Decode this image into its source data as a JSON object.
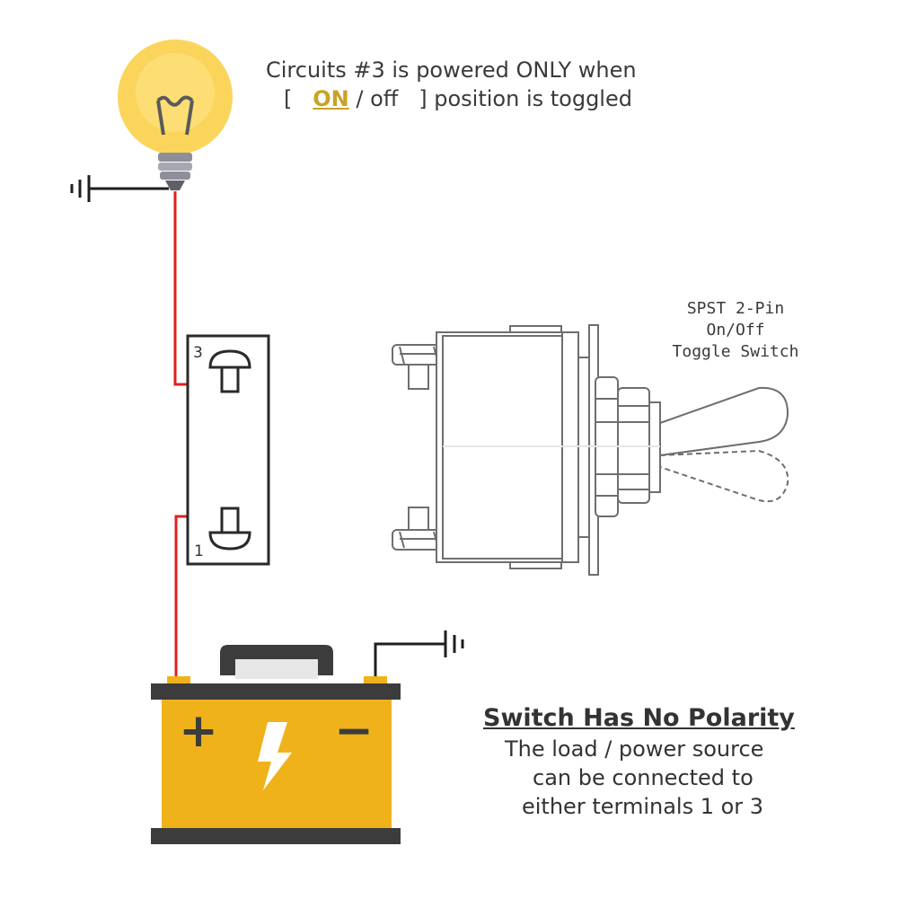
{
  "header": {
    "line1": "Circuits #3 is powered ONLY when",
    "bracket_open": "[",
    "on_label": "ON",
    "separator": "/ off",
    "bracket_close": "]",
    "line2_tail": "position is toggled"
  },
  "toggle_label": {
    "line1": "SPST 2-Pin",
    "line2": "On/Off",
    "line3": "Toggle Switch"
  },
  "switch_terminals": {
    "top": "3",
    "bottom": "1"
  },
  "battery": {
    "positive_symbol": "+",
    "negative_symbol": "−"
  },
  "note": {
    "title": "Switch Has No Polarity",
    "line1": "The load / power source",
    "line2": "can be connected to",
    "line3": "either terminals 1 or 3"
  },
  "colors": {
    "wire": "#e0201f",
    "battery_body": "#f0b21a",
    "battery_dark": "#3c3c3c",
    "bulb_glow": "#fbd55b",
    "on_highlight": "#c9a227"
  }
}
